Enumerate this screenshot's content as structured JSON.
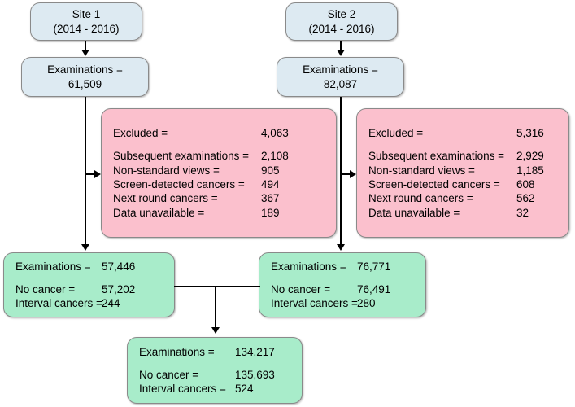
{
  "diagram": {
    "title": "Study flow diagram of screening examinations from two sites",
    "colors": {
      "source_box": "#ddeaf2",
      "excluded_box": "#fbc0cd",
      "included_box": "#a8ecca",
      "border": "#8a8a8a",
      "connector": "#000000"
    }
  },
  "site1": {
    "source": {
      "line1": "Site 1",
      "line2": "(2014 - 2016)"
    },
    "examinations": {
      "line1": "Examinations =",
      "line2": "61,509"
    },
    "excluded": {
      "total_label": "Excluded =",
      "total_value": "4,063",
      "reasons": [
        {
          "label": "Subsequent examinations =",
          "value": "2,108"
        },
        {
          "label": "Non-standard views =",
          "value": "905"
        },
        {
          "label": "Screen-detected cancers =",
          "value": "494"
        },
        {
          "label": "Next round cancers =",
          "value": "367"
        },
        {
          "label": "Data unavailable =",
          "value": "189"
        }
      ]
    },
    "included": {
      "examinations_label": "Examinations =",
      "examinations_value": "57,446",
      "no_cancer_label": "No cancer =",
      "no_cancer_value": "57,202",
      "interval_label": "Interval cancers =",
      "interval_value": "244"
    }
  },
  "site2": {
    "source": {
      "line1": "Site 2",
      "line2": "(2014 - 2016)"
    },
    "examinations": {
      "line1": "Examinations =",
      "line2": "82,087"
    },
    "excluded": {
      "total_label": "Excluded =",
      "total_value": "5,316",
      "reasons": [
        {
          "label": "Subsequent examinations =",
          "value": "2,929"
        },
        {
          "label": "Non-standard views =",
          "value": "1,185"
        },
        {
          "label": "Screen-detected cancers =",
          "value": "608"
        },
        {
          "label": "Next round cancers =",
          "value": "562"
        },
        {
          "label": "Data unavailable =",
          "value": "32"
        }
      ]
    },
    "included": {
      "examinations_label": "Examinations =",
      "examinations_value": "76,771",
      "no_cancer_label": "No cancer =",
      "no_cancer_value": "76,491",
      "interval_label": "Interval cancers =",
      "interval_value": "280"
    }
  },
  "combined": {
    "examinations_label": "Examinations =",
    "examinations_value": "134,217",
    "no_cancer_label": "No cancer =",
    "no_cancer_value": "135,693",
    "interval_label": "Interval cancers =",
    "interval_value": "524"
  }
}
